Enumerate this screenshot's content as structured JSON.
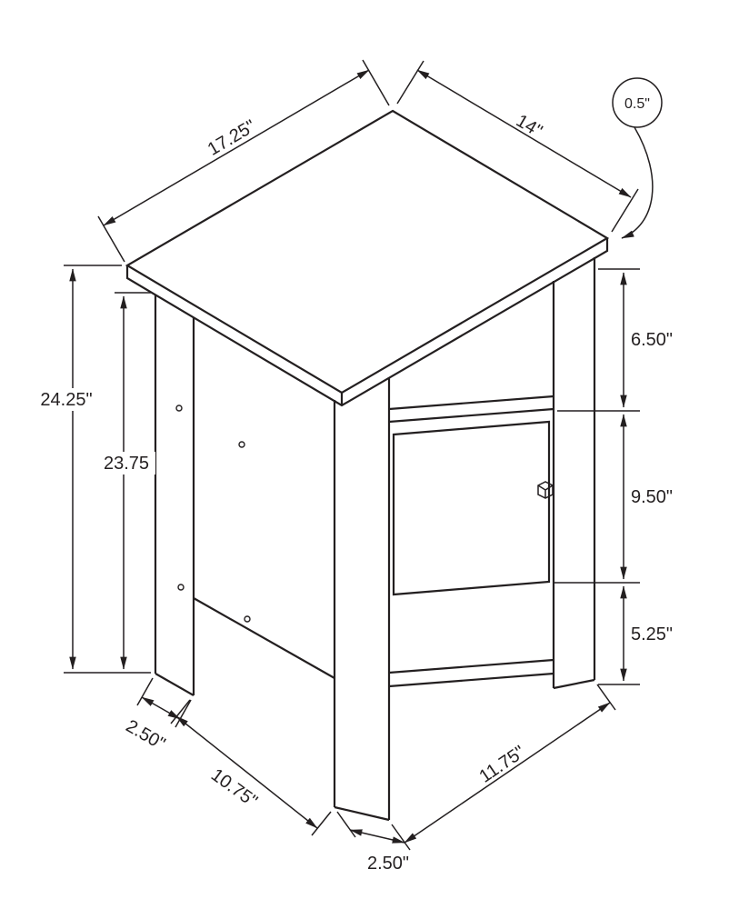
{
  "diagram": {
    "type": "furniture-dimension-drawing",
    "line_color": "#231f20",
    "labels": {
      "top_depth": "17.25\"",
      "top_width": "14\"",
      "top_thickness": "0.5\"",
      "overall_height": "24.25\"",
      "leg_height": "23.75",
      "open_shelf_height": "6.50\"",
      "door_height": "9.50\"",
      "bottom_clearance": "5.25\"",
      "rear_leg_width": "2.50\"",
      "base_depth": "10.75\"",
      "base_width": "11.75\"",
      "front_leg_width": "2.50\""
    }
  }
}
